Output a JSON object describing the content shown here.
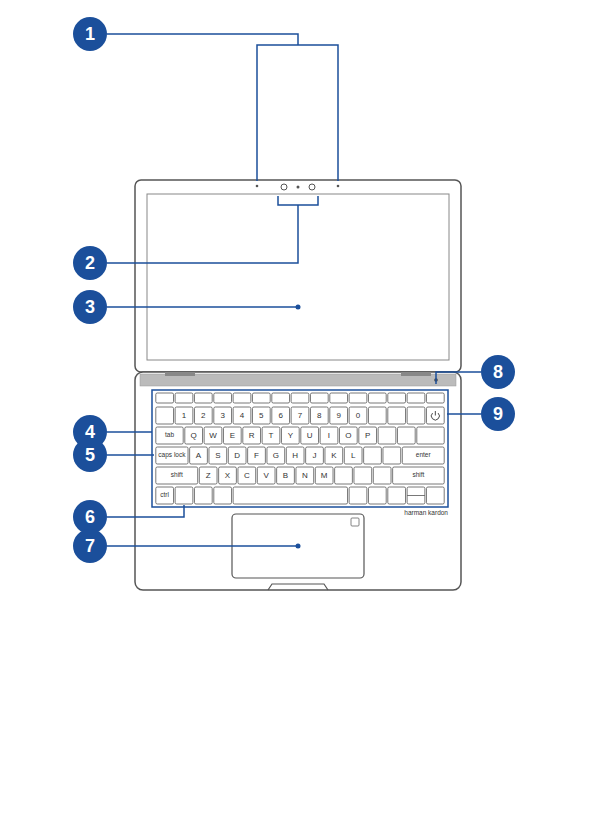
{
  "diagram": {
    "nodes": [
      {
        "text": [
          "1"
        ]
      },
      {
        "text": [
          "2"
        ]
      },
      {
        "text": [
          "3"
        ]
      },
      {
        "text": [
          "4"
        ]
      },
      {
        "text": [
          "5"
        ]
      },
      {
        "text": [
          "6"
        ]
      },
      {
        "text": [
          "7"
        ]
      },
      {
        "text": [
          "8"
        ]
      },
      {
        "text": [
          "9"
        ]
      }
    ],
    "labels": [
      "1",
      "2",
      "3",
      "4",
      "5",
      "6",
      "7",
      "8",
      "9",
      "0",
      "Q",
      "W",
      "E",
      "R",
      "T",
      "Y",
      "U",
      "I",
      "O",
      "P",
      "A",
      "S",
      "D",
      "F",
      "G",
      "H",
      "J",
      "K",
      "L",
      "Z",
      "X",
      "C",
      "V",
      "B",
      "N",
      "M",
      "tab",
      "caps lock",
      "shift",
      "shift",
      "ctrl",
      "enter",
      "harman kardon"
    ]
  }
}
